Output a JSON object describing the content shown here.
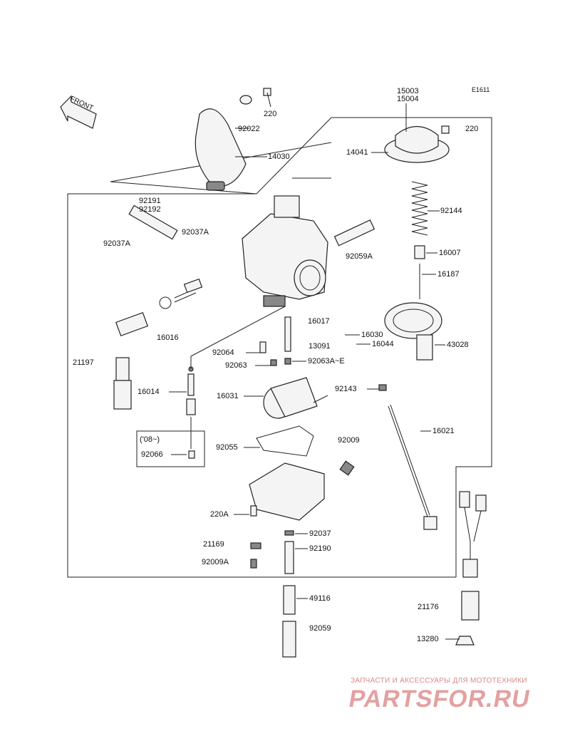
{
  "diagram": {
    "code": "E1611",
    "front_label": "FRONT",
    "labels": {
      "l15003": "15003",
      "l15004": "15004",
      "l220a": "220",
      "l220b": "220",
      "l92022": "92022",
      "l14030": "14030",
      "l14041": "14041",
      "l92191": "92191",
      "l92192": "92192",
      "l92037A_a": "92037A",
      "l92037A_b": "92037A",
      "l92059A": "92059A",
      "l92144": "92144",
      "l16007": "16007",
      "l16187": "16187",
      "l16016": "16016",
      "l16017": "16017",
      "l16030": "16030",
      "l13091": "13091",
      "l16044": "16044",
      "l43028": "43028",
      "l21197": "21197",
      "l92064": "92064",
      "l92063": "92063",
      "l92063AE": "92063A~E",
      "l16014": "16014",
      "l16031": "16031",
      "l92143": "92143",
      "l16021": "16021",
      "l08": "('08~)",
      "l92055": "92055",
      "l92009": "92009",
      "l92066": "92066",
      "l220A": "220A",
      "l92037": "92037",
      "l21169": "21169",
      "l92190": "92190",
      "l92009A": "92009A",
      "l49116": "49116",
      "l21176": "21176",
      "l92059": "92059",
      "l13280": "13280"
    }
  },
  "watermark": {
    "tagline": "ЗАПЧАСТИ И АКСЕССУАРЫ ДЛЯ МОТОТЕХНИКИ",
    "brand": "PARTSFOR.RU"
  }
}
